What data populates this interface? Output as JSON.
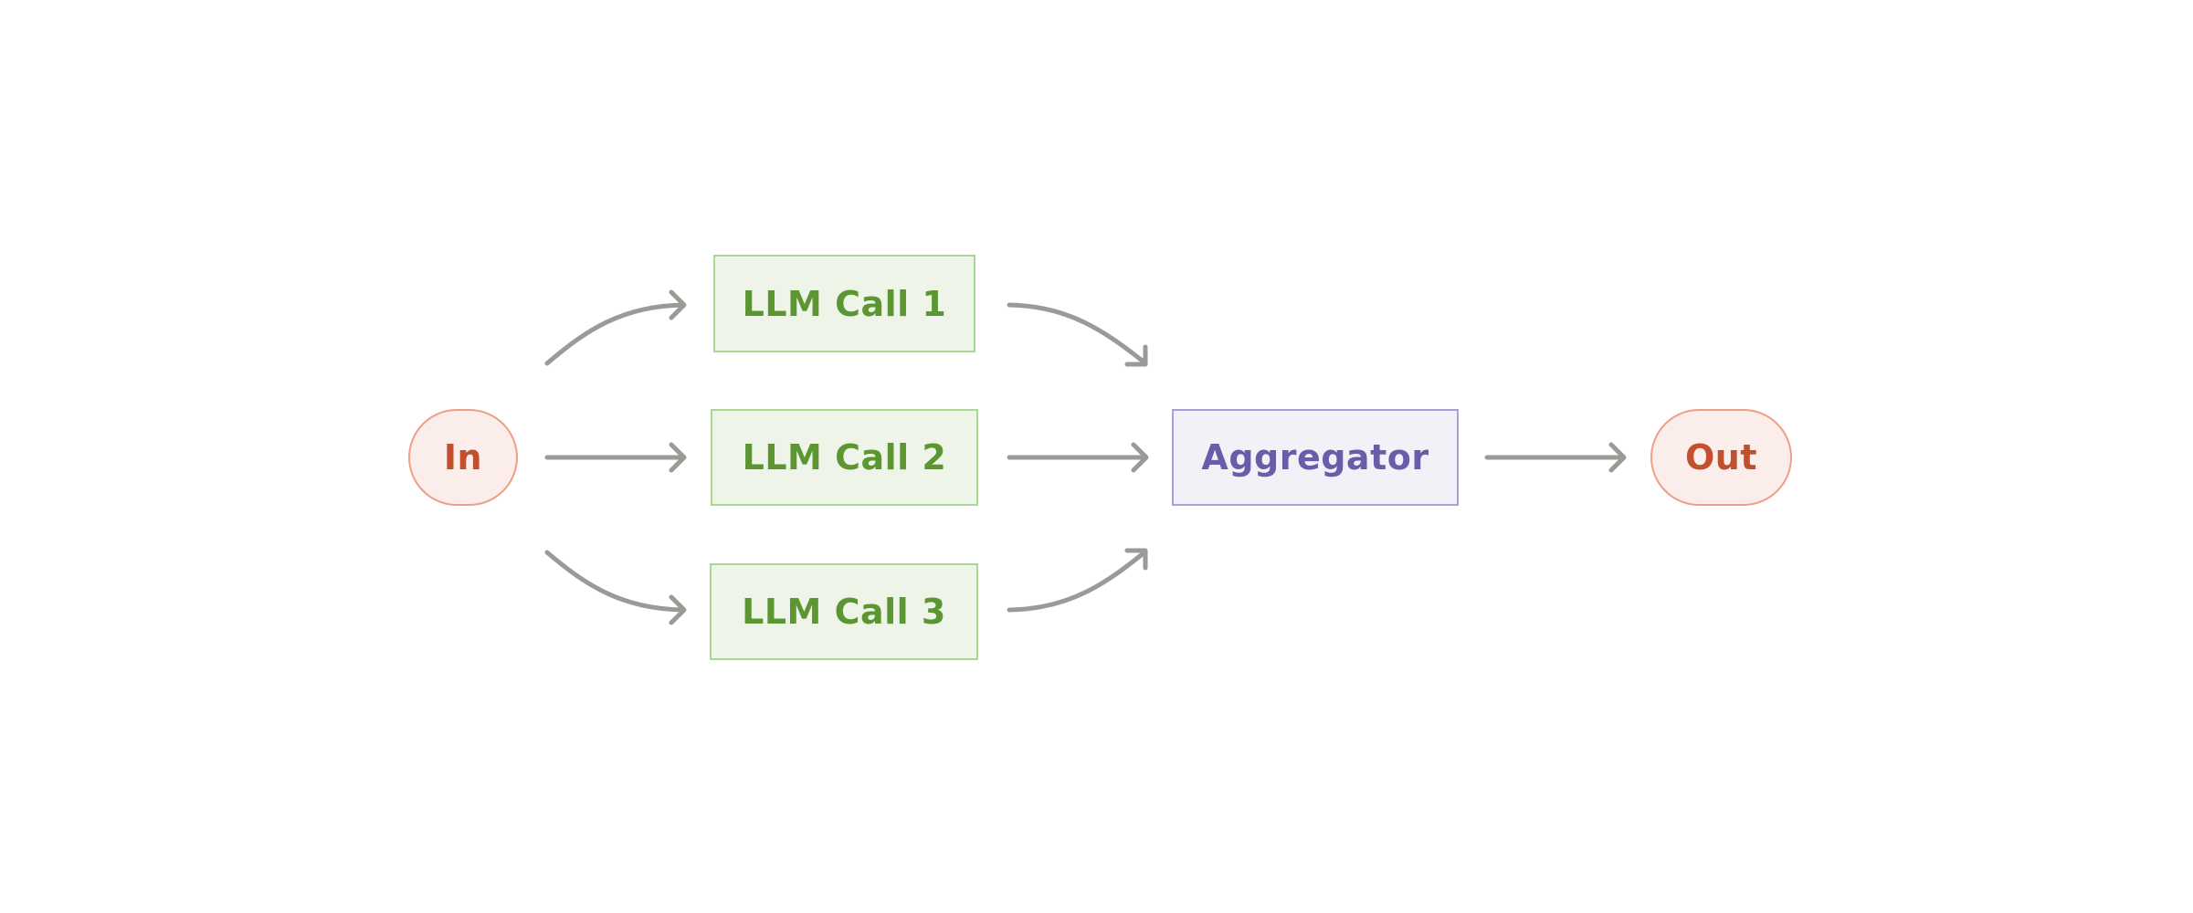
{
  "diagram": {
    "nodes": {
      "input": "In",
      "llm_call_1": "LLM Call 1",
      "llm_call_2": "LLM Call 2",
      "llm_call_3": "LLM Call 3",
      "aggregator": "Aggregator",
      "output": "Out"
    },
    "colors": {
      "terminal_fill": "#fbeeea",
      "terminal_border": "#ed9f87",
      "terminal_text": "#c2502f",
      "llm_fill": "#eef5e8",
      "llm_border": "#a9d894",
      "llm_text": "#5b9633",
      "aggregator_fill": "#f2f1f8",
      "aggregator_border": "#a99fdc",
      "aggregator_text": "#6a5ca8",
      "arrow": "#9a9a97"
    },
    "edges": [
      {
        "from": "In",
        "to": "LLM Call 1"
      },
      {
        "from": "In",
        "to": "LLM Call 2"
      },
      {
        "from": "In",
        "to": "LLM Call 3"
      },
      {
        "from": "LLM Call 1",
        "to": "Aggregator"
      },
      {
        "from": "LLM Call 2",
        "to": "Aggregator"
      },
      {
        "from": "LLM Call 3",
        "to": "Aggregator"
      },
      {
        "from": "Aggregator",
        "to": "Out"
      }
    ]
  }
}
